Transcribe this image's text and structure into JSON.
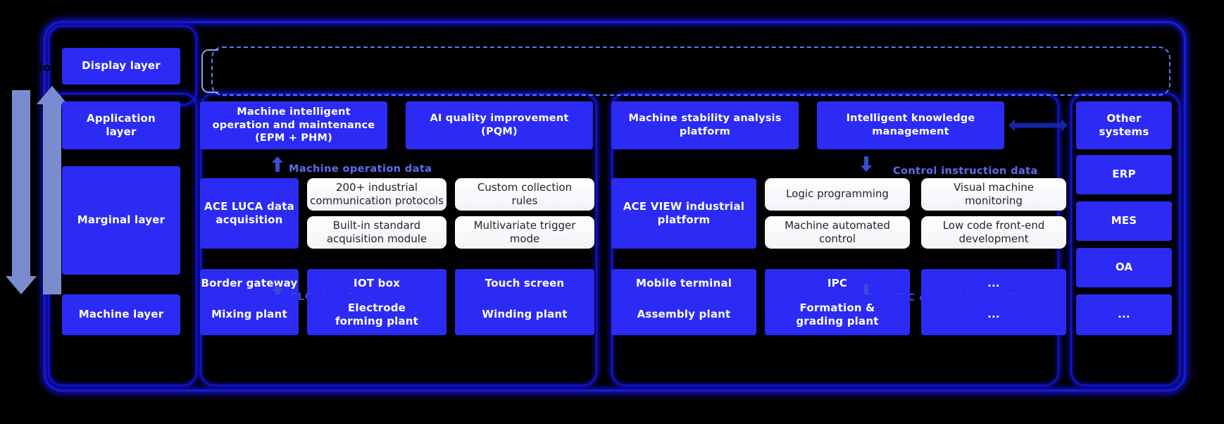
{
  "diagram": {
    "title_fragment": "tion",
    "layers": [
      {
        "id": "display",
        "label": "Display layer"
      },
      {
        "id": "application",
        "label": "Application\nlayer"
      },
      {
        "id": "marginal",
        "label": "Marginal layer"
      },
      {
        "id": "machine",
        "label": "Machine layer"
      }
    ],
    "application_row": [
      "Machine intelligent\noperation and maintenance\n(EPM + PHM)",
      "AI quality improvement\n(PQM)",
      "Machine stability analysis\nplatform",
      "Intelligent knowledge\nmanagement"
    ],
    "marginal": {
      "left_platform": "ACE LUCA data\nacquisition",
      "left_cards": [
        "200+ industrial\ncommunication protocols",
        "Custom collection\nrules",
        "Built-in standard\nacquisition module",
        "Multivariate trigger\nmode"
      ],
      "right_platform": "ACE VIEW industrial\nplatform",
      "right_cards": [
        "Logic programming",
        "Visual machine\nmonitoring",
        "Machine automated\ncontrol",
        "Low code front-end\ndevelopment"
      ],
      "device_row": [
        "Border gateway",
        "IOT box",
        "Touch screen",
        "Mobile terminal",
        "IPC",
        "..."
      ]
    },
    "machine_row": [
      "Mixing plant",
      "Electrode\nforming plant",
      "Winding plant",
      "Assembly plant",
      "Formation &\ngrading plant",
      "..."
    ],
    "external_systems": [
      "Other\nsystems",
      "ERP",
      "MES",
      "OA",
      "..."
    ],
    "band_labels": {
      "machine_operation_data": "Machine operation data",
      "control_instruction_data": "Control instruction data",
      "plc_signal": "PLC signal",
      "plc_control_instruction": "PLC control instruction"
    },
    "colors": {
      "background": "#000000",
      "box_blue": "#2b2bf5",
      "card_white": "#ffffff",
      "band_label": "#5c6cf0",
      "glow": "#1414c8",
      "side_arrow": "#7a8cd0",
      "dashed": "#5a7bf5"
    }
  }
}
